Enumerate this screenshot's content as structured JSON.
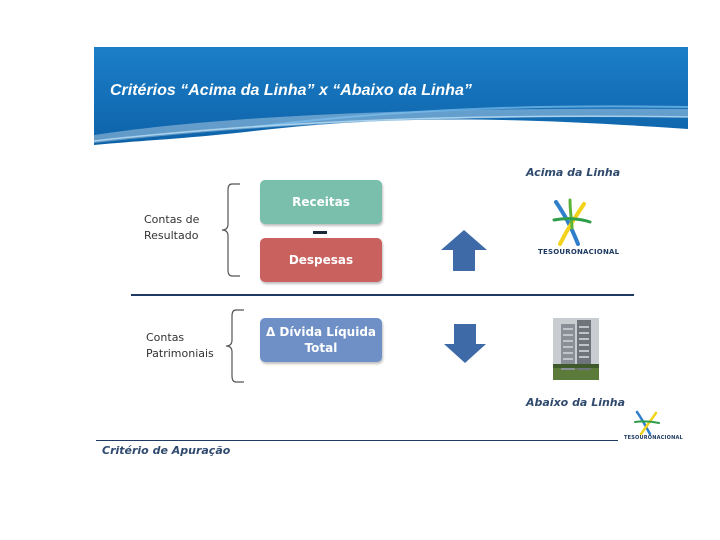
{
  "slide": {
    "title": "Critérios “Acima da Linha” x “Abaixo da Linha”",
    "footer": "Critério de Apuração"
  },
  "groups": {
    "resultado": "Contas de\nResultado",
    "patrimoniais": "Contas\nPatrimoniais"
  },
  "boxes": {
    "receitas": "Receitas",
    "despesas": "Despesas",
    "divida": "Δ Dívida Líquida\nTotal"
  },
  "labels": {
    "acima": "Acima da Linha",
    "abaixo": "Abaixo da Linha"
  },
  "logos": {
    "tesouro_main": "TESOURONACIONAL",
    "tesouro_small": "TESOURONACIONAL"
  },
  "colors": {
    "header_blue": "#1a78c2",
    "receitas": "#79bfab",
    "despesas": "#c9625f",
    "divida": "#6f90c6",
    "arrows": "#3e6aa8"
  },
  "icons": {
    "up": "arrow-up-icon",
    "down": "arrow-down-icon",
    "logo": "tesouro-nacional-logo",
    "building": "building-photo"
  }
}
